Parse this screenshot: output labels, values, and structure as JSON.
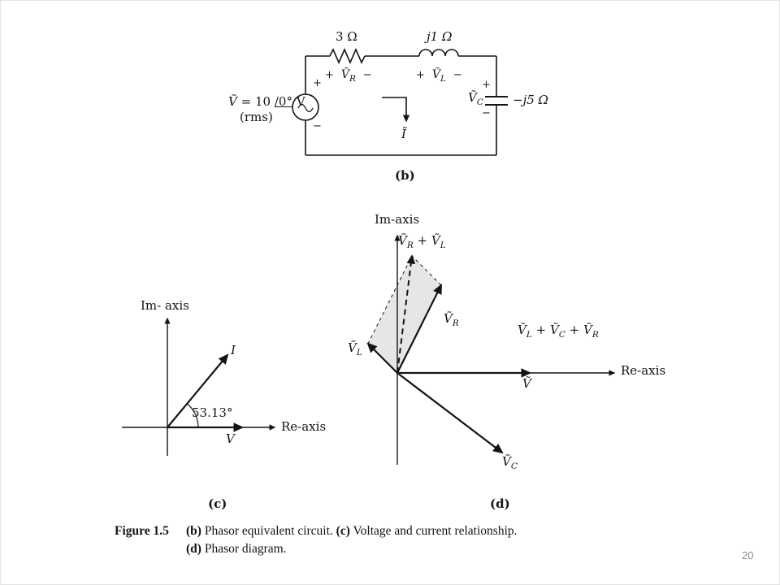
{
  "page_number": "20",
  "circuit": {
    "tag": "(b)",
    "resistor": "3 Ω",
    "inductor": "j1 Ω",
    "source": {
      "base": "Ṽ",
      "eq": "= 10",
      "angle": "/0°",
      "unit": "V",
      "rms": "(rms)",
      "plus": "+",
      "minus": "−"
    },
    "vr": {
      "plus": "+",
      "base": "Ṽ",
      "sub": "R",
      "minus": "−"
    },
    "vl": {
      "plus": "+",
      "base": "Ṽ",
      "sub": "L",
      "minus": "−"
    },
    "vc": {
      "plus": "+",
      "base": "Ṽ",
      "sub": "C",
      "minus": "−"
    },
    "cap_impedance": "−j5 Ω",
    "current": "Ĩ"
  },
  "phasor_c": {
    "tag": "(c)",
    "im_axis": "Im- axis",
    "re_axis": "Re-axis",
    "current": "I",
    "voltage": "V",
    "angle": "53.13°"
  },
  "phasor_d": {
    "tag": "(d)",
    "im_axis": "Im-axis",
    "re_axis": "Re-axis",
    "v": "Ṽ",
    "vr": {
      "base": "Ṽ",
      "sub": "R"
    },
    "vl": {
      "base": "Ṽ",
      "sub": "L"
    },
    "vc": {
      "base": "Ṽ",
      "sub": "C"
    },
    "sum_rl": {
      "b1": "Ṽ",
      "s1": "R",
      "plus": "+",
      "b2": "Ṽ",
      "s2": "L"
    },
    "sum_all": {
      "b1": "Ṽ",
      "s1": "L",
      "p1": "+",
      "b2": "Ṽ",
      "s2": "C",
      "p2": "+",
      "b3": "Ṽ",
      "s3": "R"
    }
  },
  "caption": {
    "figure": "Figure 1.5",
    "b_tag": "(b)",
    "b_text": "Phasor equivalent circuit.",
    "c_tag": "(c)",
    "c_text": "Voltage and  current relationship.",
    "d_tag": "(d)",
    "d_text": "Phasor diagram."
  }
}
